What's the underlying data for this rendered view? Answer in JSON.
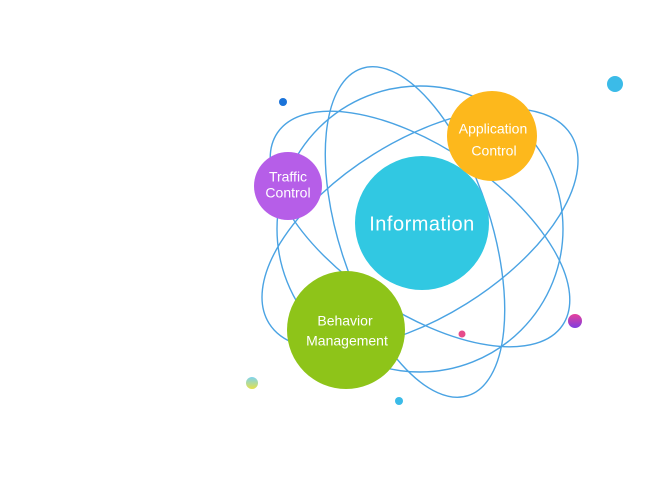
{
  "nodes": {
    "information": {
      "label": "Information",
      "color": "#31c8e2"
    },
    "application_control": {
      "line1": "Application",
      "line2": "Control",
      "color": "#fdb81c"
    },
    "traffic_control": {
      "line1": "Traffic",
      "line2": "Control",
      "color": "#b65ee8"
    },
    "behavior_management": {
      "line1": "Behavior",
      "line2": "Management",
      "color": "#8ec419"
    }
  },
  "colors": {
    "orbit": "#4aa3e3",
    "dot_blue": "#1a73d9",
    "dot_cyan": "#3bbbe8",
    "dot_pink": "#e64b8a",
    "dot_purple": "#9b3fd9"
  }
}
